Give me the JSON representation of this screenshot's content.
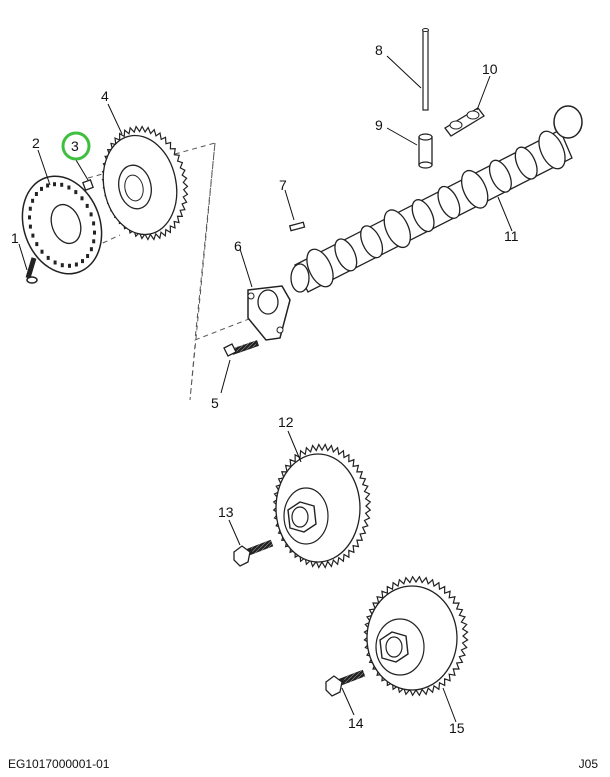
{
  "diagram": {
    "highlight_color": "#3fbf3f",
    "highlighted_callout": "3",
    "parts": [
      {
        "id": "1",
        "name": "bolt"
      },
      {
        "id": "2",
        "name": "tone-wheel"
      },
      {
        "id": "3",
        "name": "dowel-pin"
      },
      {
        "id": "4",
        "name": "camshaft-gear"
      },
      {
        "id": "5",
        "name": "bolt"
      },
      {
        "id": "6",
        "name": "thrust-plate"
      },
      {
        "id": "7",
        "name": "key"
      },
      {
        "id": "8",
        "name": "push-rod"
      },
      {
        "id": "9",
        "name": "valve-lifter"
      },
      {
        "id": "10",
        "name": "lifter-guide"
      },
      {
        "id": "11",
        "name": "camshaft"
      },
      {
        "id": "12",
        "name": "idler-gear"
      },
      {
        "id": "13",
        "name": "bolt"
      },
      {
        "id": "14",
        "name": "bolt"
      },
      {
        "id": "15",
        "name": "idler-gear"
      }
    ]
  },
  "footer": {
    "left": "EG1017000001-01",
    "right": "J05"
  }
}
